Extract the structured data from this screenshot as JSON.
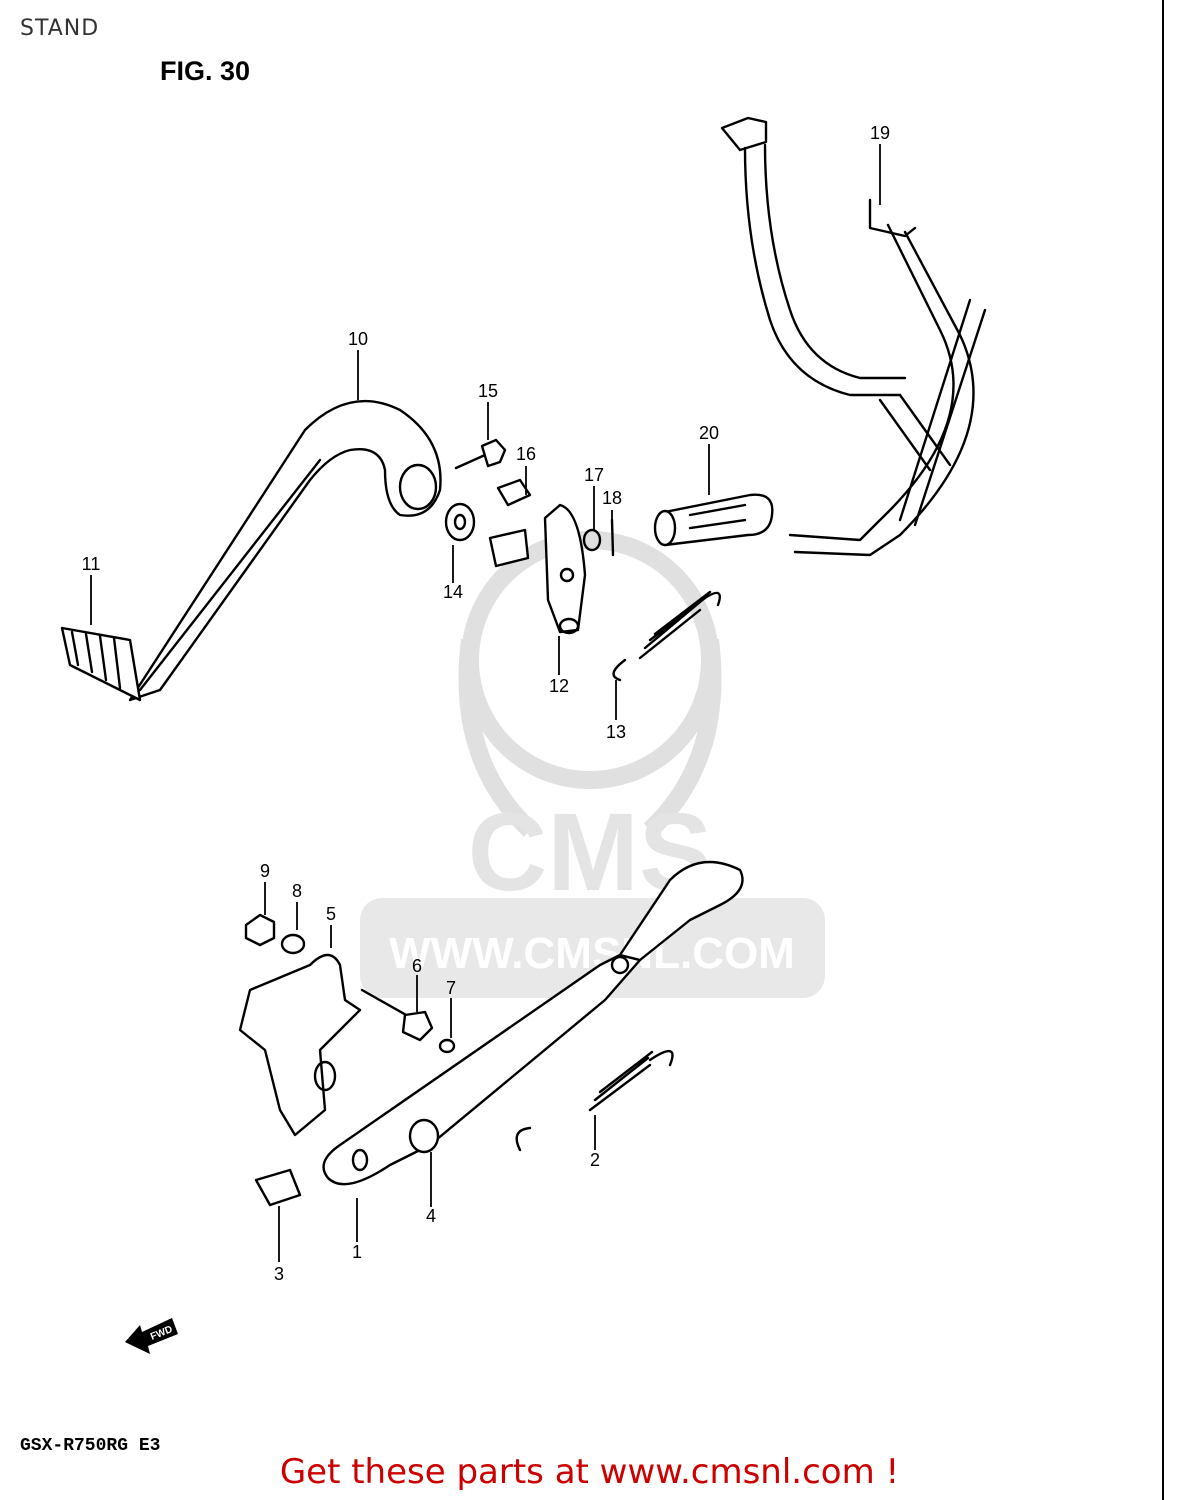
{
  "header": {
    "section_title": "STAND",
    "figure_label": "FIG. 30"
  },
  "footer": {
    "model_code": "GSX-R750RG  E3",
    "buy_link_text": "Get these parts at www.cmsnl.com !"
  },
  "watermark": {
    "logo_text": "CMS",
    "url_text": "WWW.CMSNL.COM"
  },
  "direction_arrow": {
    "label": "FWD"
  },
  "parts": {
    "callouts": [
      "1",
      "2",
      "3",
      "4",
      "5",
      "6",
      "7",
      "8",
      "9",
      "10",
      "11",
      "12",
      "13",
      "14",
      "15",
      "16",
      "17",
      "18",
      "19",
      "20"
    ]
  },
  "colors": {
    "link": "#cc0000",
    "line_art": "#000000",
    "watermark": "#d6d6d6"
  }
}
